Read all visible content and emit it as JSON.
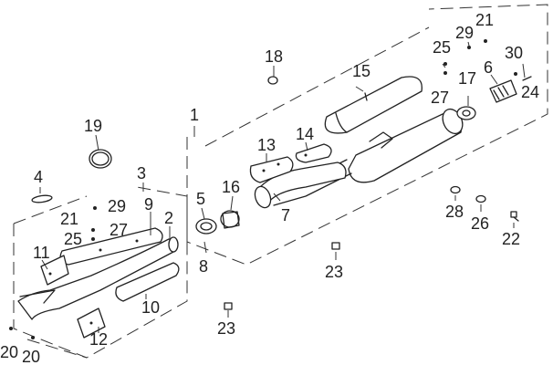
{
  "diagram": {
    "callouts": {
      "c1": "1",
      "c2": "2",
      "c3": "3",
      "c4": "4",
      "c5": "5",
      "c6": "6",
      "c7": "7",
      "c8": "8",
      "c9": "9",
      "c10": "10",
      "c11": "11",
      "c12": "12",
      "c13": "13",
      "c14": "14",
      "c15": "15",
      "c16": "16",
      "c17": "17",
      "c18": "18",
      "c19": "19",
      "c20a": "20",
      "c20b": "20",
      "c21a": "21",
      "c21b": "21",
      "c22": "22",
      "c23a": "23",
      "c23b": "23",
      "c24": "24",
      "c25a": "25",
      "c25b": "25",
      "c26": "26",
      "c27a": "27",
      "c27b": "27",
      "c28": "28",
      "c29a": "29",
      "c29b": "29",
      "c30": "30"
    }
  }
}
